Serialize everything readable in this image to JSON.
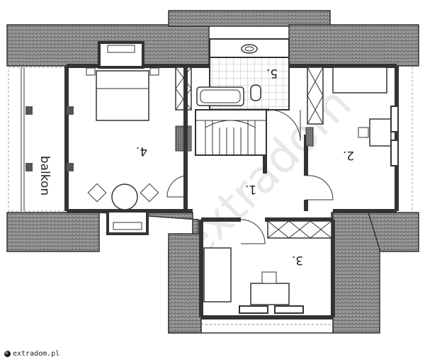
{
  "rooms": [
    {
      "number": "1."
    },
    {
      "number": "2."
    },
    {
      "number": "3."
    },
    {
      "number": "4."
    },
    {
      "number": "5."
    }
  ],
  "balcony_label": "balkon",
  "watermark_text": "extradom",
  "footer": {
    "site": "extradom.pl"
  },
  "colors": {
    "wall": "#333333",
    "roof": "#8a8a8a",
    "tile": "#b5b5b5"
  }
}
